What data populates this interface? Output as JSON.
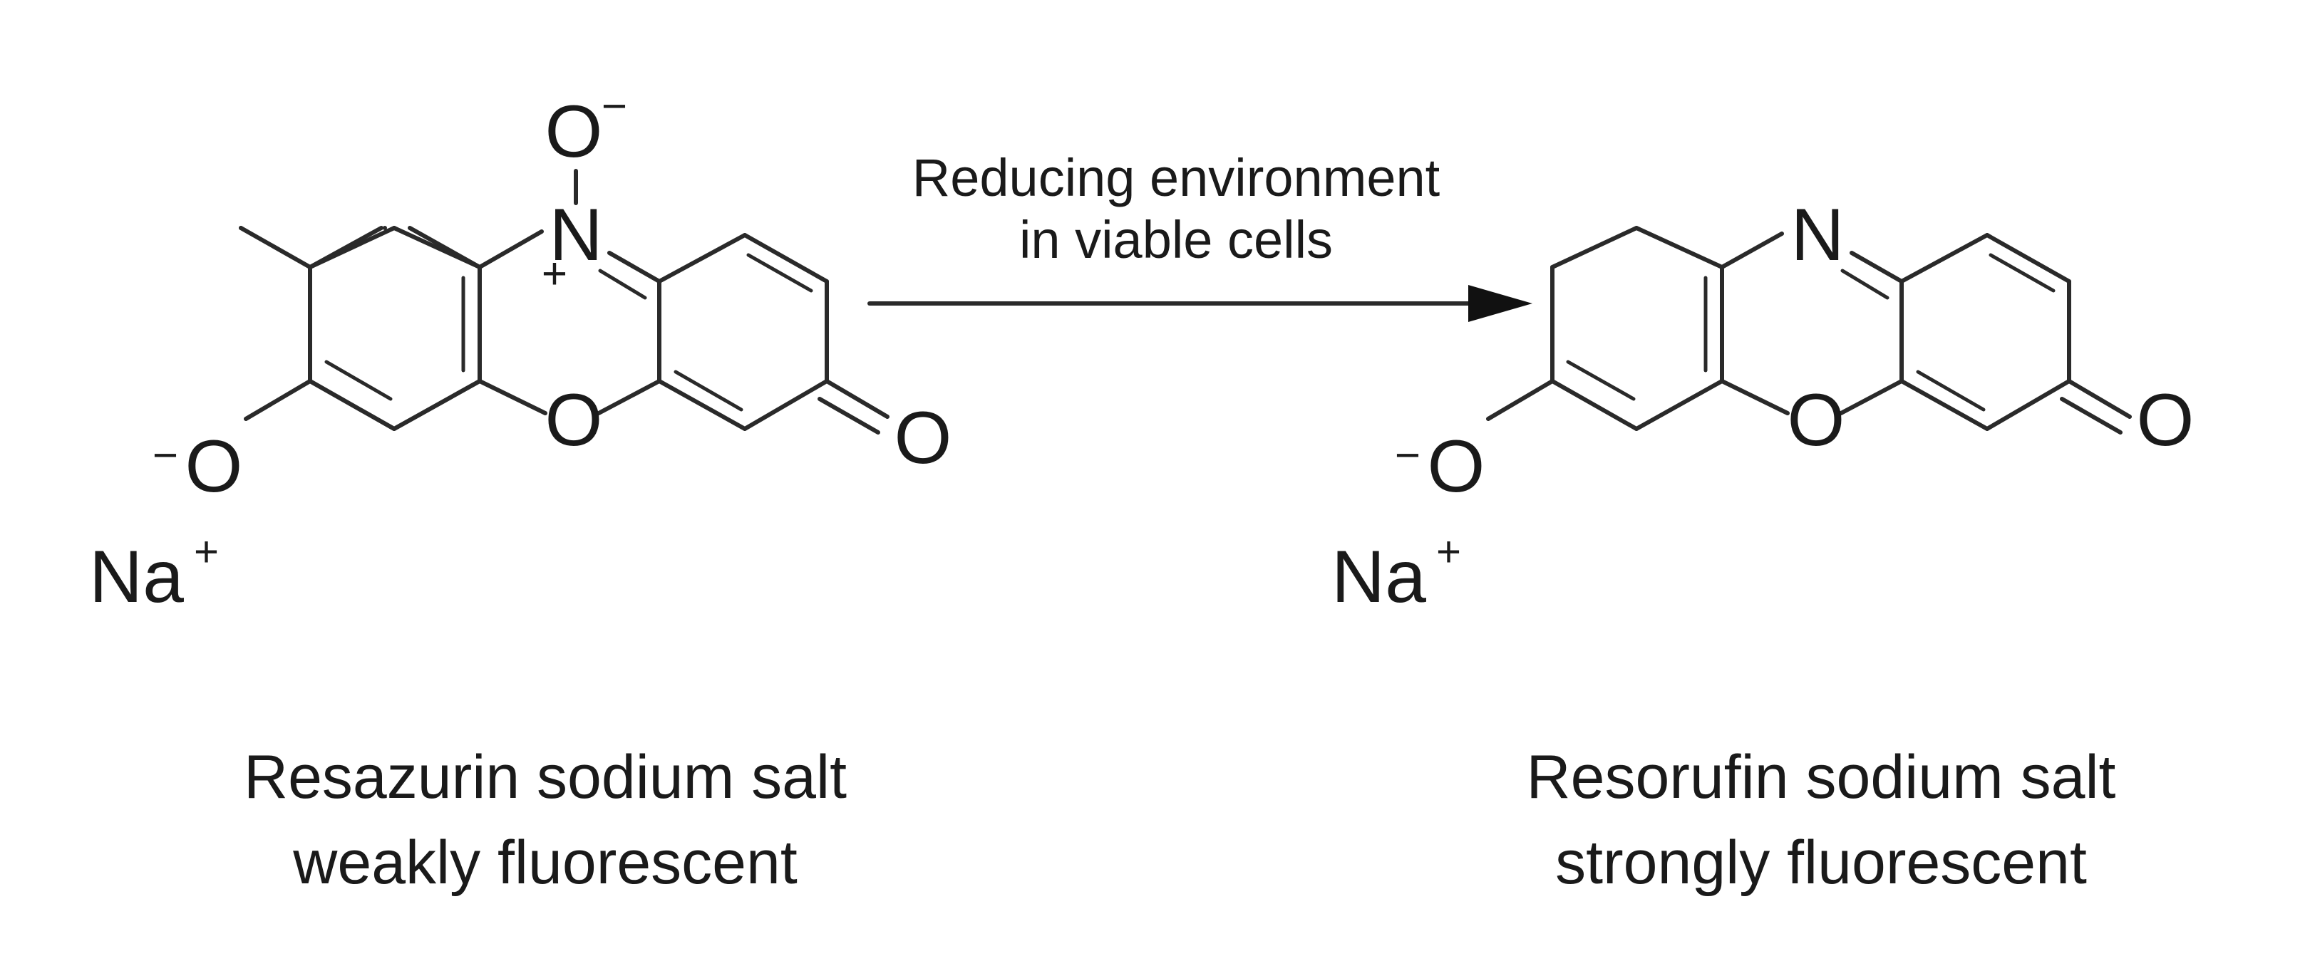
{
  "reaction": {
    "condition_line1": "Reducing environment",
    "condition_line2": "in viable cells"
  },
  "reactant": {
    "atom_n": "N",
    "atom_o_ring": "O",
    "atom_o_top": "O",
    "charge_minus_top": "−",
    "charge_plus_n": "+",
    "atom_o_carbonyl": "O",
    "atom_o_phenolate": "O",
    "charge_minus_phenolate": "−",
    "counter_ion": "Na",
    "counter_ion_charge": "+",
    "name_line1": "Resazurin sodium salt",
    "name_line2": "weakly fluorescent"
  },
  "product": {
    "atom_n": "N",
    "atom_o_ring": "O",
    "atom_o_carbonyl": "O",
    "atom_o_phenolate": "O",
    "charge_minus_phenolate": "−",
    "counter_ion": "Na",
    "counter_ion_charge": "+",
    "name_line1": "Resorufin sodium salt",
    "name_line2": "strongly fluorescent"
  }
}
